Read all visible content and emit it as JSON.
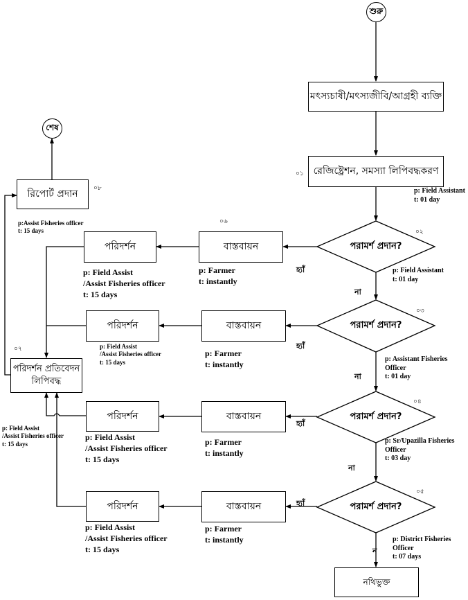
{
  "flowchart": {
    "start": "শুরু",
    "end": "শেষ",
    "applicant": "মৎস্যচাষী/মৎস্যজীবি/আগ্রহী ব্যক্তি",
    "registration": "রেজিষ্ট্রেশন, সমস্যা লিপিবদ্ধকরণ",
    "decision_label": "পরামর্শ প্রদান?",
    "implementation": "বাস্তবায়ন",
    "inspection": "পরিদর্শন",
    "inspection_report_line1": "পরিদর্শন প্রতিবেদন",
    "inspection_report_line2": "লিপিবদ্ধ",
    "report_submit": "রিপোর্ট প্রদান",
    "discarded": "নথিভুক্ত",
    "yes": "হ্যাঁ",
    "no": "না",
    "no_short": "ন",
    "step_numbers": {
      "s01": "০১",
      "s02": "০২",
      "s03": "০৩",
      "s04": "০৪",
      "s05": "০৫",
      "s06": "০৬",
      "s07": "০৭",
      "s08": "০৮"
    },
    "notes": {
      "registration": [
        "p: Field Assistant",
        "t: 01 day"
      ],
      "decision1": [
        "p: Field Assistant",
        "t: 01 day"
      ],
      "decision2": [
        "p: Assistant Fisheries",
        "Officer",
        "t: 01 day"
      ],
      "decision3": [
        "p: Sr/Upazilla Fisheries",
        "Officer",
        "t: 03 day"
      ],
      "decision4": [
        "p: District Fisheries",
        "Officer",
        "t: 07 days"
      ],
      "report": [
        "p:Assist Fisheries officer",
        "t: 15 days"
      ],
      "implementation": [
        "p: Farmer",
        "t: instantly"
      ],
      "inspection": [
        "p: Field Assist",
        "/Assist Fisheries officer",
        "t: 15 days"
      ],
      "inspection_report": [
        "p: Field Assist",
        "/Assist Fisheries officer",
        "t: 15 days"
      ]
    }
  }
}
